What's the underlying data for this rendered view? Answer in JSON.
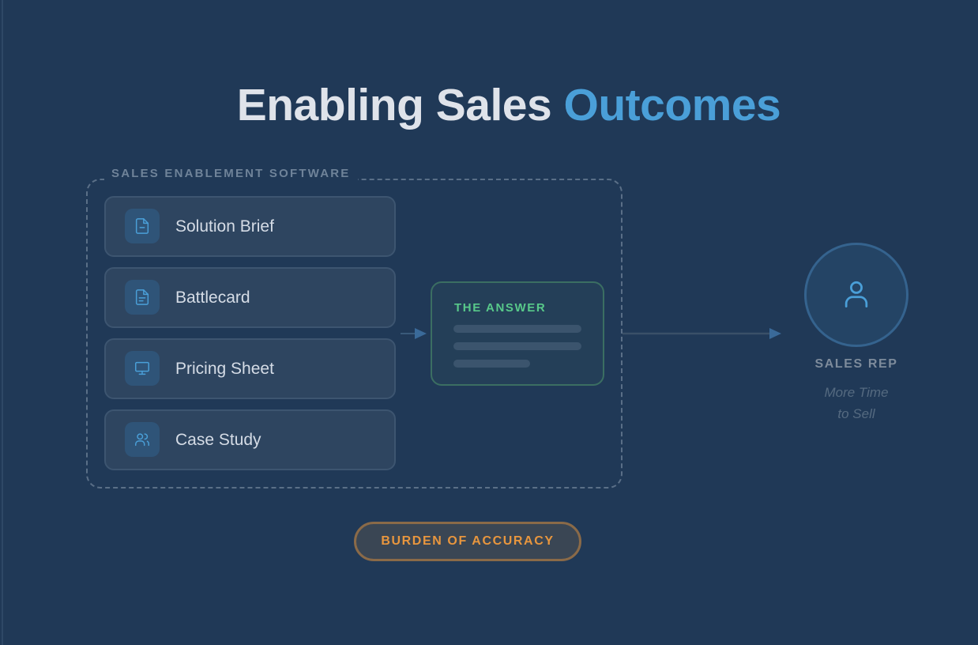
{
  "title": {
    "main": "Enabling Sales ",
    "highlight": "Outcomes"
  },
  "frame_label": "SALES ENABLEMENT SOFTWARE",
  "documents": [
    {
      "label": "Solution Brief",
      "icon": "file-minus-icon"
    },
    {
      "label": "Battlecard",
      "icon": "file-text-icon"
    },
    {
      "label": "Pricing Sheet",
      "icon": "monitor-icon"
    },
    {
      "label": "Case Study",
      "icon": "users-icon"
    }
  ],
  "answer": {
    "title": "THE ANSWER"
  },
  "sales_rep": {
    "label": "SALES REP",
    "line1": "More Time",
    "line2": "to Sell",
    "icon": "user-icon"
  },
  "badge": "BURDEN OF ACCURACY",
  "colors": {
    "background": "#203957",
    "accent": "#4a9fd8",
    "answer": "#58c98a",
    "badge": "#e8963e"
  }
}
